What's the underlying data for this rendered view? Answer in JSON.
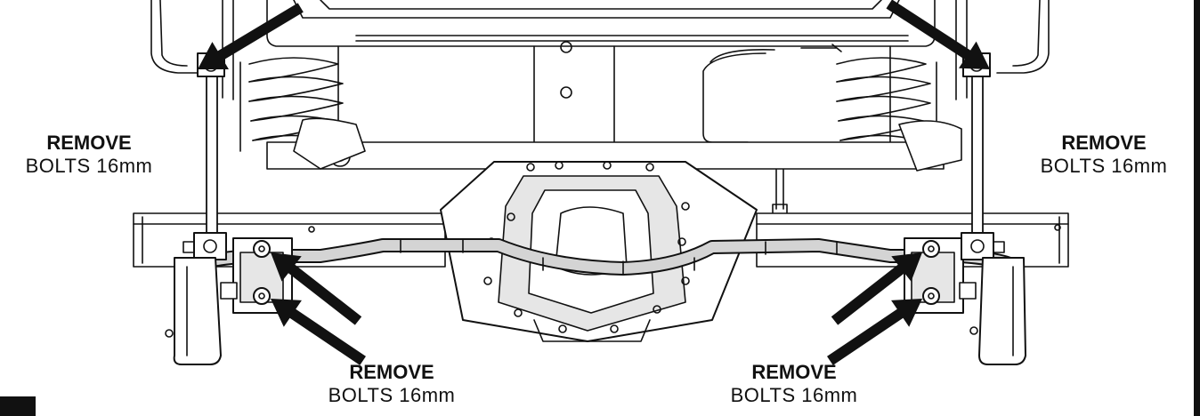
{
  "callouts": {
    "top_left": {
      "action": "REMOVE",
      "detail": "BOLTS  16mm"
    },
    "top_right": {
      "action": "REMOVE",
      "detail": "BOLTS  16mm"
    },
    "bottom_left": {
      "action": "REMOVE",
      "detail": "BOLTS  16mm"
    },
    "bottom_right": {
      "action": "REMOVE",
      "detail": "BOLTS  16mm"
    }
  },
  "colors": {
    "ink": "#111111",
    "part_fill": "#ffffff",
    "sway_bar_fill": "#d4d4d4",
    "shade_fill": "#e6e6e6"
  }
}
